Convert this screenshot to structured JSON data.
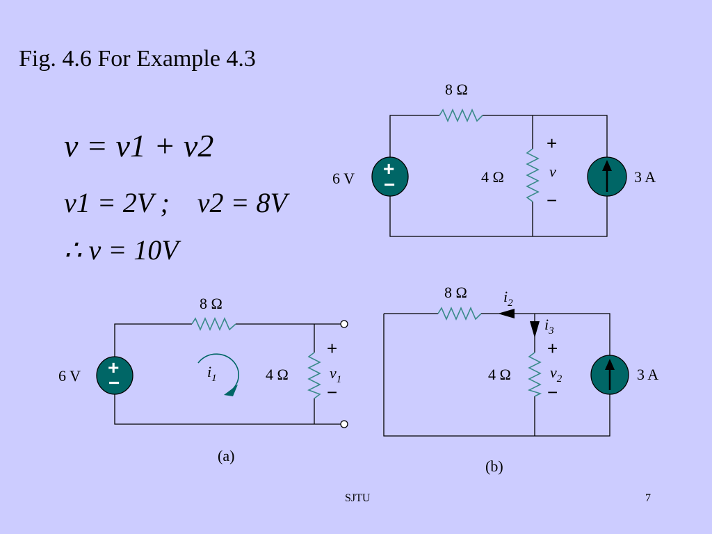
{
  "slide": {
    "title": "Fig. 4.6  For Example 4.3",
    "footer_left": "SJTU",
    "page_number": "7"
  },
  "equations": {
    "line1": "v = v1 + v2",
    "line2": "v1 = 2V ;    v2 = 8V",
    "line3": "∴ v = 10V"
  },
  "colors": {
    "background": "#CCCCFF",
    "source_fill": "#006666",
    "resistor": "#3A8A8A"
  },
  "circuit_main": {
    "r_top": "8 Ω",
    "r_mid": "4 Ω",
    "v_source": "6 V",
    "i_source": "3 A",
    "v_label": "v",
    "plus": "+",
    "minus": "−"
  },
  "circuit_a": {
    "r_top": "8 Ω",
    "r_mid": "4 Ω",
    "v_source": "6 V",
    "i_label": "i",
    "i_sub": "1",
    "v_label": "v",
    "v_sub": "1",
    "plus": "+",
    "minus": "−",
    "caption": "(a)"
  },
  "circuit_b": {
    "r_top": "8 Ω",
    "r_mid": "4 Ω",
    "i_source": "3 A",
    "i2_label": "i",
    "i2_sub": "2",
    "i3_label": "i",
    "i3_sub": "3",
    "v_label": "v",
    "v_sub": "2",
    "plus": "+",
    "minus": "−",
    "caption": "(b)"
  }
}
